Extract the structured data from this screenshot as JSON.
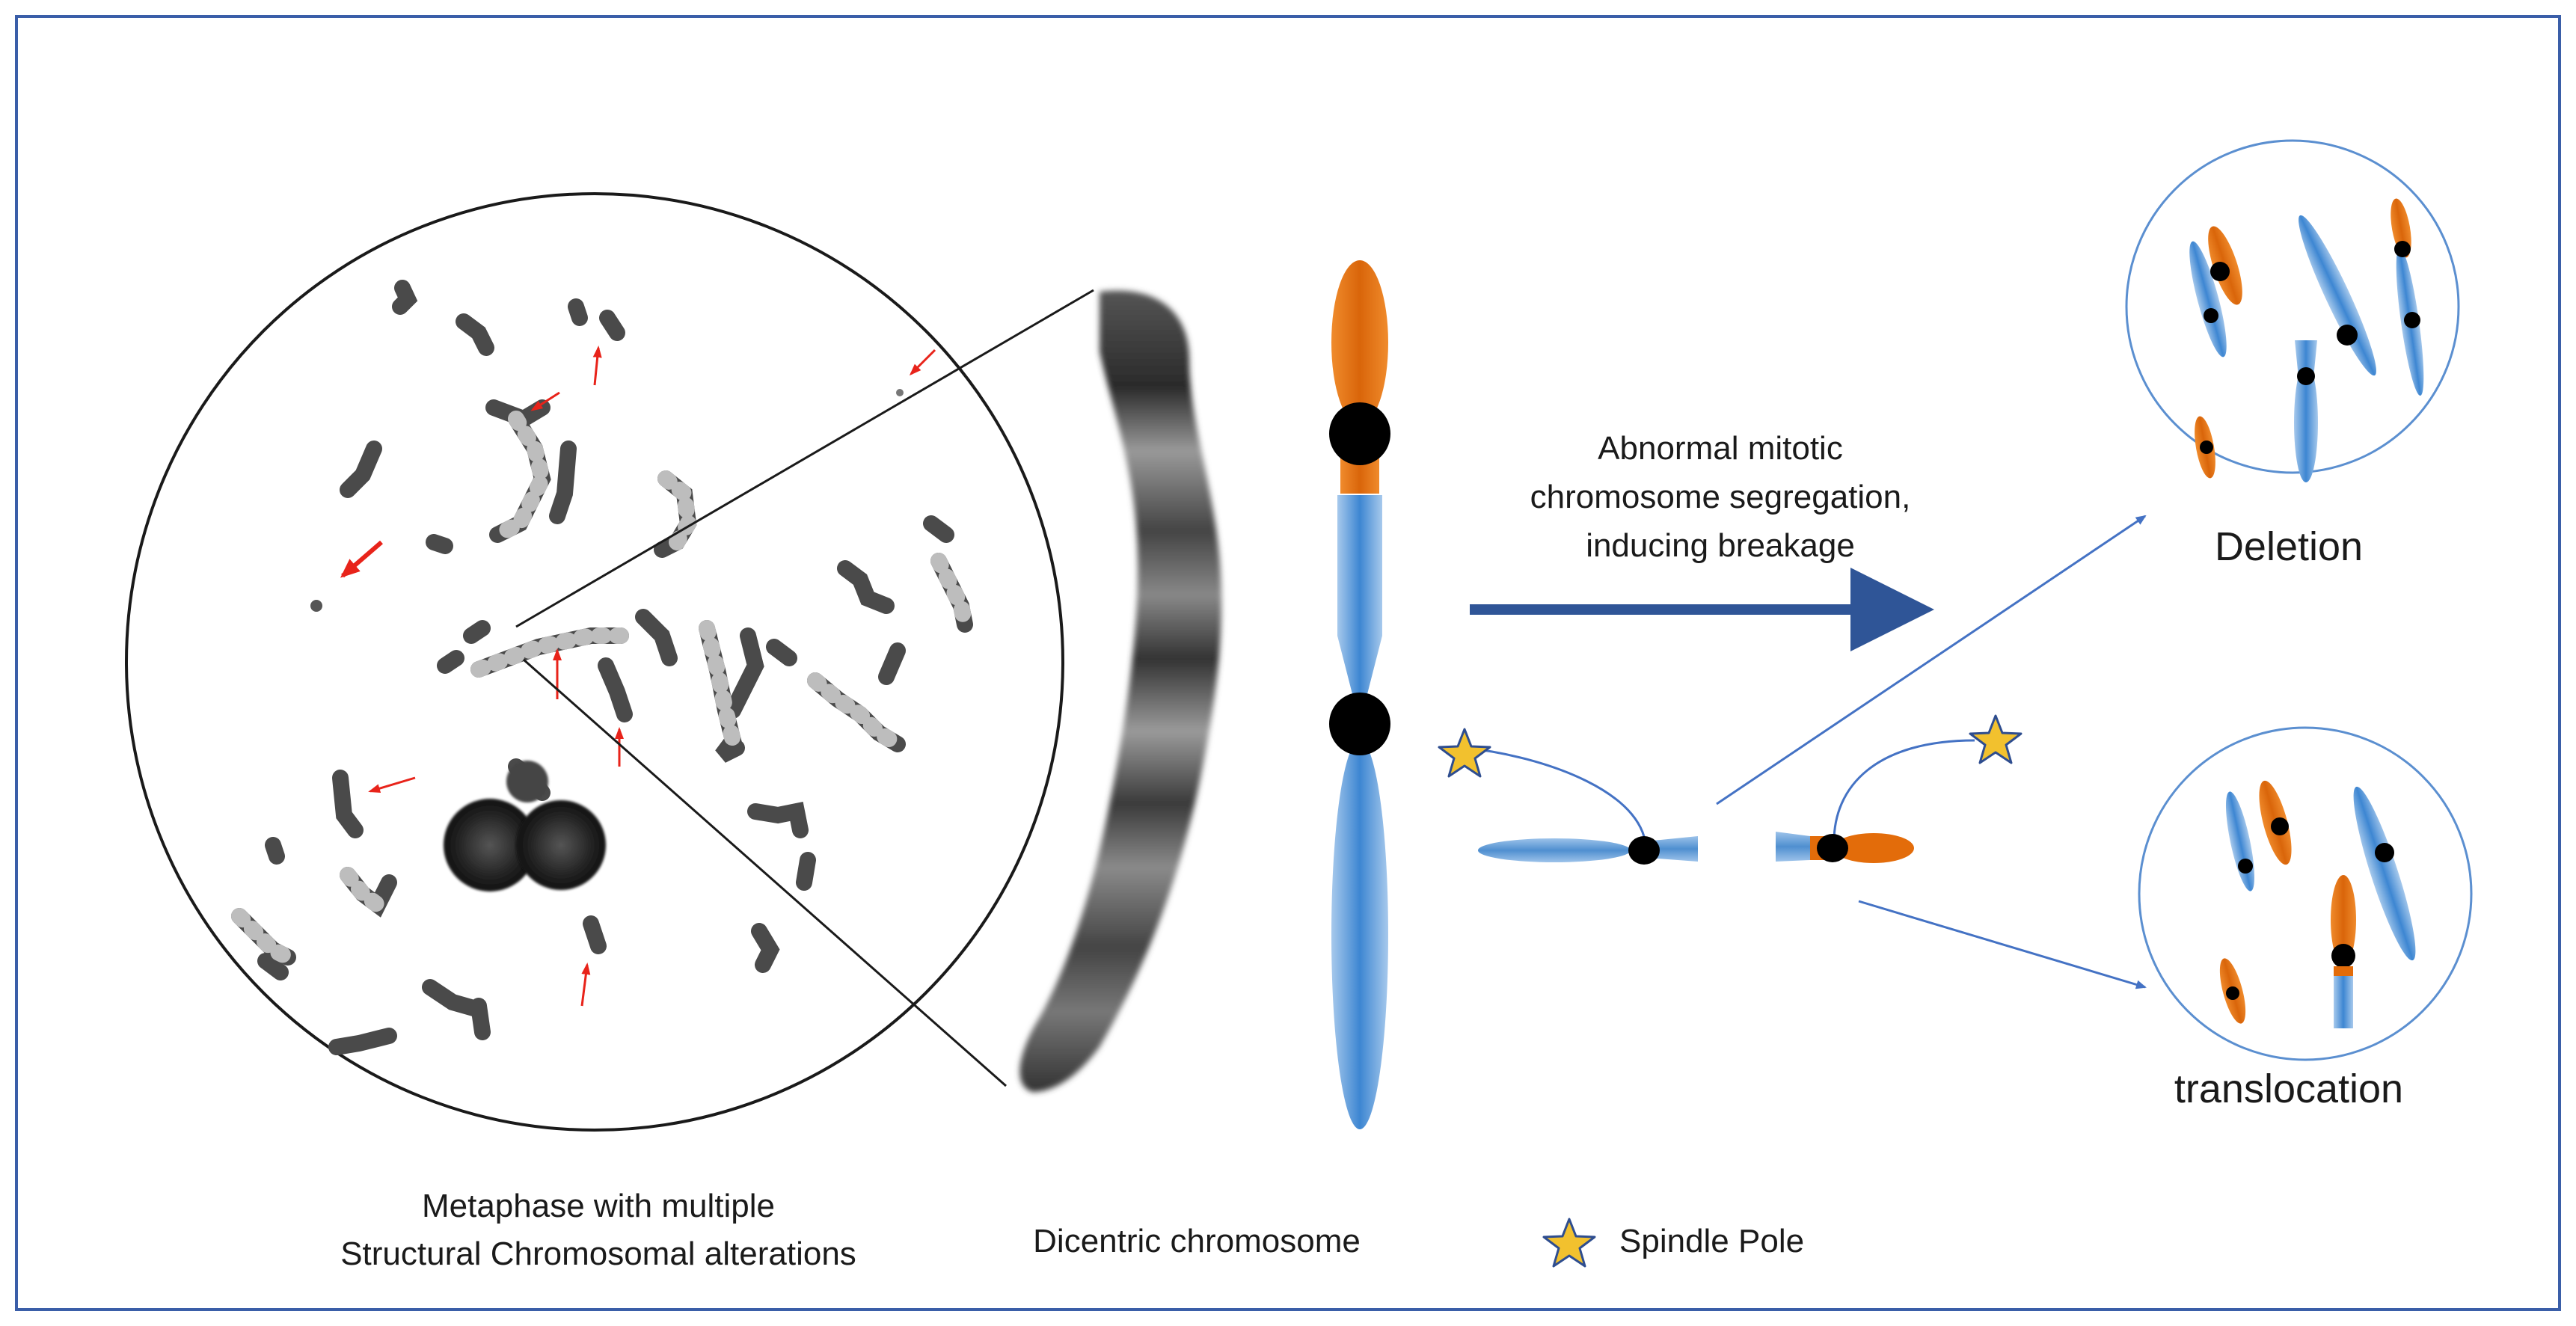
{
  "labels": {
    "metaphase_line1": "Metaphase with multiple",
    "metaphase_line2": "Structural Chromosomal alterations",
    "dicentric": "Dicentric chromosome",
    "spindle_pole": "Spindle Pole",
    "abnormal_line1": "Abnormal mitotic",
    "abnormal_line2": "chromosome segregation,",
    "abnormal_line3": "inducing breakage",
    "deletion": "Deletion",
    "translocation": "translocation"
  },
  "icons": {
    "spindle_pole": "star-icon",
    "breakage_arrow": "arrow-right-icon",
    "alteration_marker": "red-arrow-icon"
  },
  "colors": {
    "frame": "#3a5ea8",
    "p_arm_orange": "#e36c0a",
    "q_arm_blue": "#5b9bd5",
    "centromere": "#000000",
    "star_fill": "#f2c12e",
    "star_stroke": "#2e4d8f",
    "main_arrow": "#2f5597",
    "red_arrows": "#e8231a",
    "chromatin_grey": "#555555"
  }
}
